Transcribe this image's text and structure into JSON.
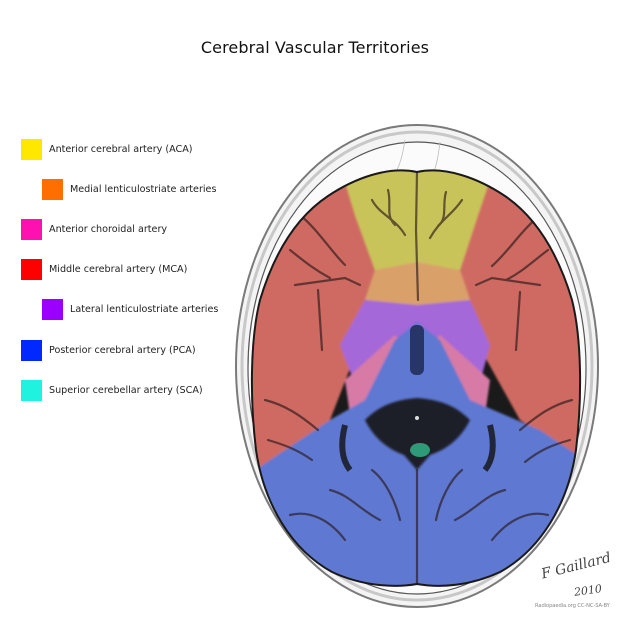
{
  "title": "Cerebral Vascular Territories",
  "legend": [
    {
      "label": "Anterior cerebral artery (ACA)",
      "color": "#ffe700",
      "indent": false
    },
    {
      "label": "Medial lenticulostriate arteries",
      "color": "#ff6f00",
      "indent": true
    },
    {
      "label": "Anterior choroidal artery",
      "color": "#ff10b0",
      "indent": false
    },
    {
      "label": "Middle cerebral artery (MCA)",
      "color": "#ff0000",
      "indent": false
    },
    {
      "label": "Lateral lenticulostriate arteries",
      "color": "#9b00ff",
      "indent": true
    },
    {
      "label": "Posterior cerebral artery (PCA)",
      "color": "#0028ff",
      "indent": false
    },
    {
      "label": "Superior cerebellar artery (SCA)",
      "color": "#1ff2de",
      "indent": false
    }
  ],
  "figure": {
    "description": "Axial MRI slice of brain with colored vascular territory overlay",
    "territory_render_colors": {
      "aca": "#c9c45a",
      "medial_lenticulostriate": "#d9a06a",
      "anterior_choroidal": "#d77aa6",
      "mca": "#cf6a62",
      "lateral_lenticulostriate": "#a467d8",
      "pca": "#5f78d2",
      "sca": "#2e9a78"
    }
  },
  "signature": {
    "name": "F Gaillard",
    "year": "2010",
    "credit": "Radiopaedia.org CC-NC-SA-BY"
  }
}
